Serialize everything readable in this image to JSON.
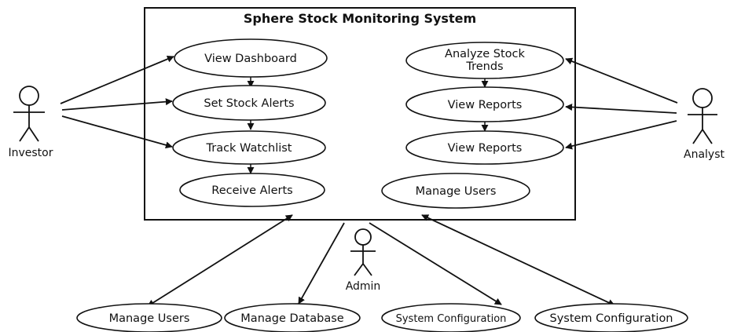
{
  "system": {
    "title": "Sphere Stock Monitoring System"
  },
  "actors": {
    "investor": "Investor",
    "analyst": "Analyst",
    "admin": "Admin"
  },
  "use_cases": {
    "view_dashboard": "View Dashboard",
    "set_stock_alerts": "Set Stock Alerts",
    "track_watchlist": "Track Watchlist",
    "receive_alerts": "Receive Alerts",
    "analyze_stock_trends_line1": "Analyze Stock",
    "analyze_stock_trends_line2": "Trends",
    "view_reports_1": "View Reports",
    "view_reports_2": "View Reports",
    "manage_users_inner": "Manage Users",
    "manage_users_outer": "Manage Users",
    "manage_database": "Manage Database",
    "system_configuration_1": "System Configuration",
    "system_configuration_2": "System Configuration"
  }
}
